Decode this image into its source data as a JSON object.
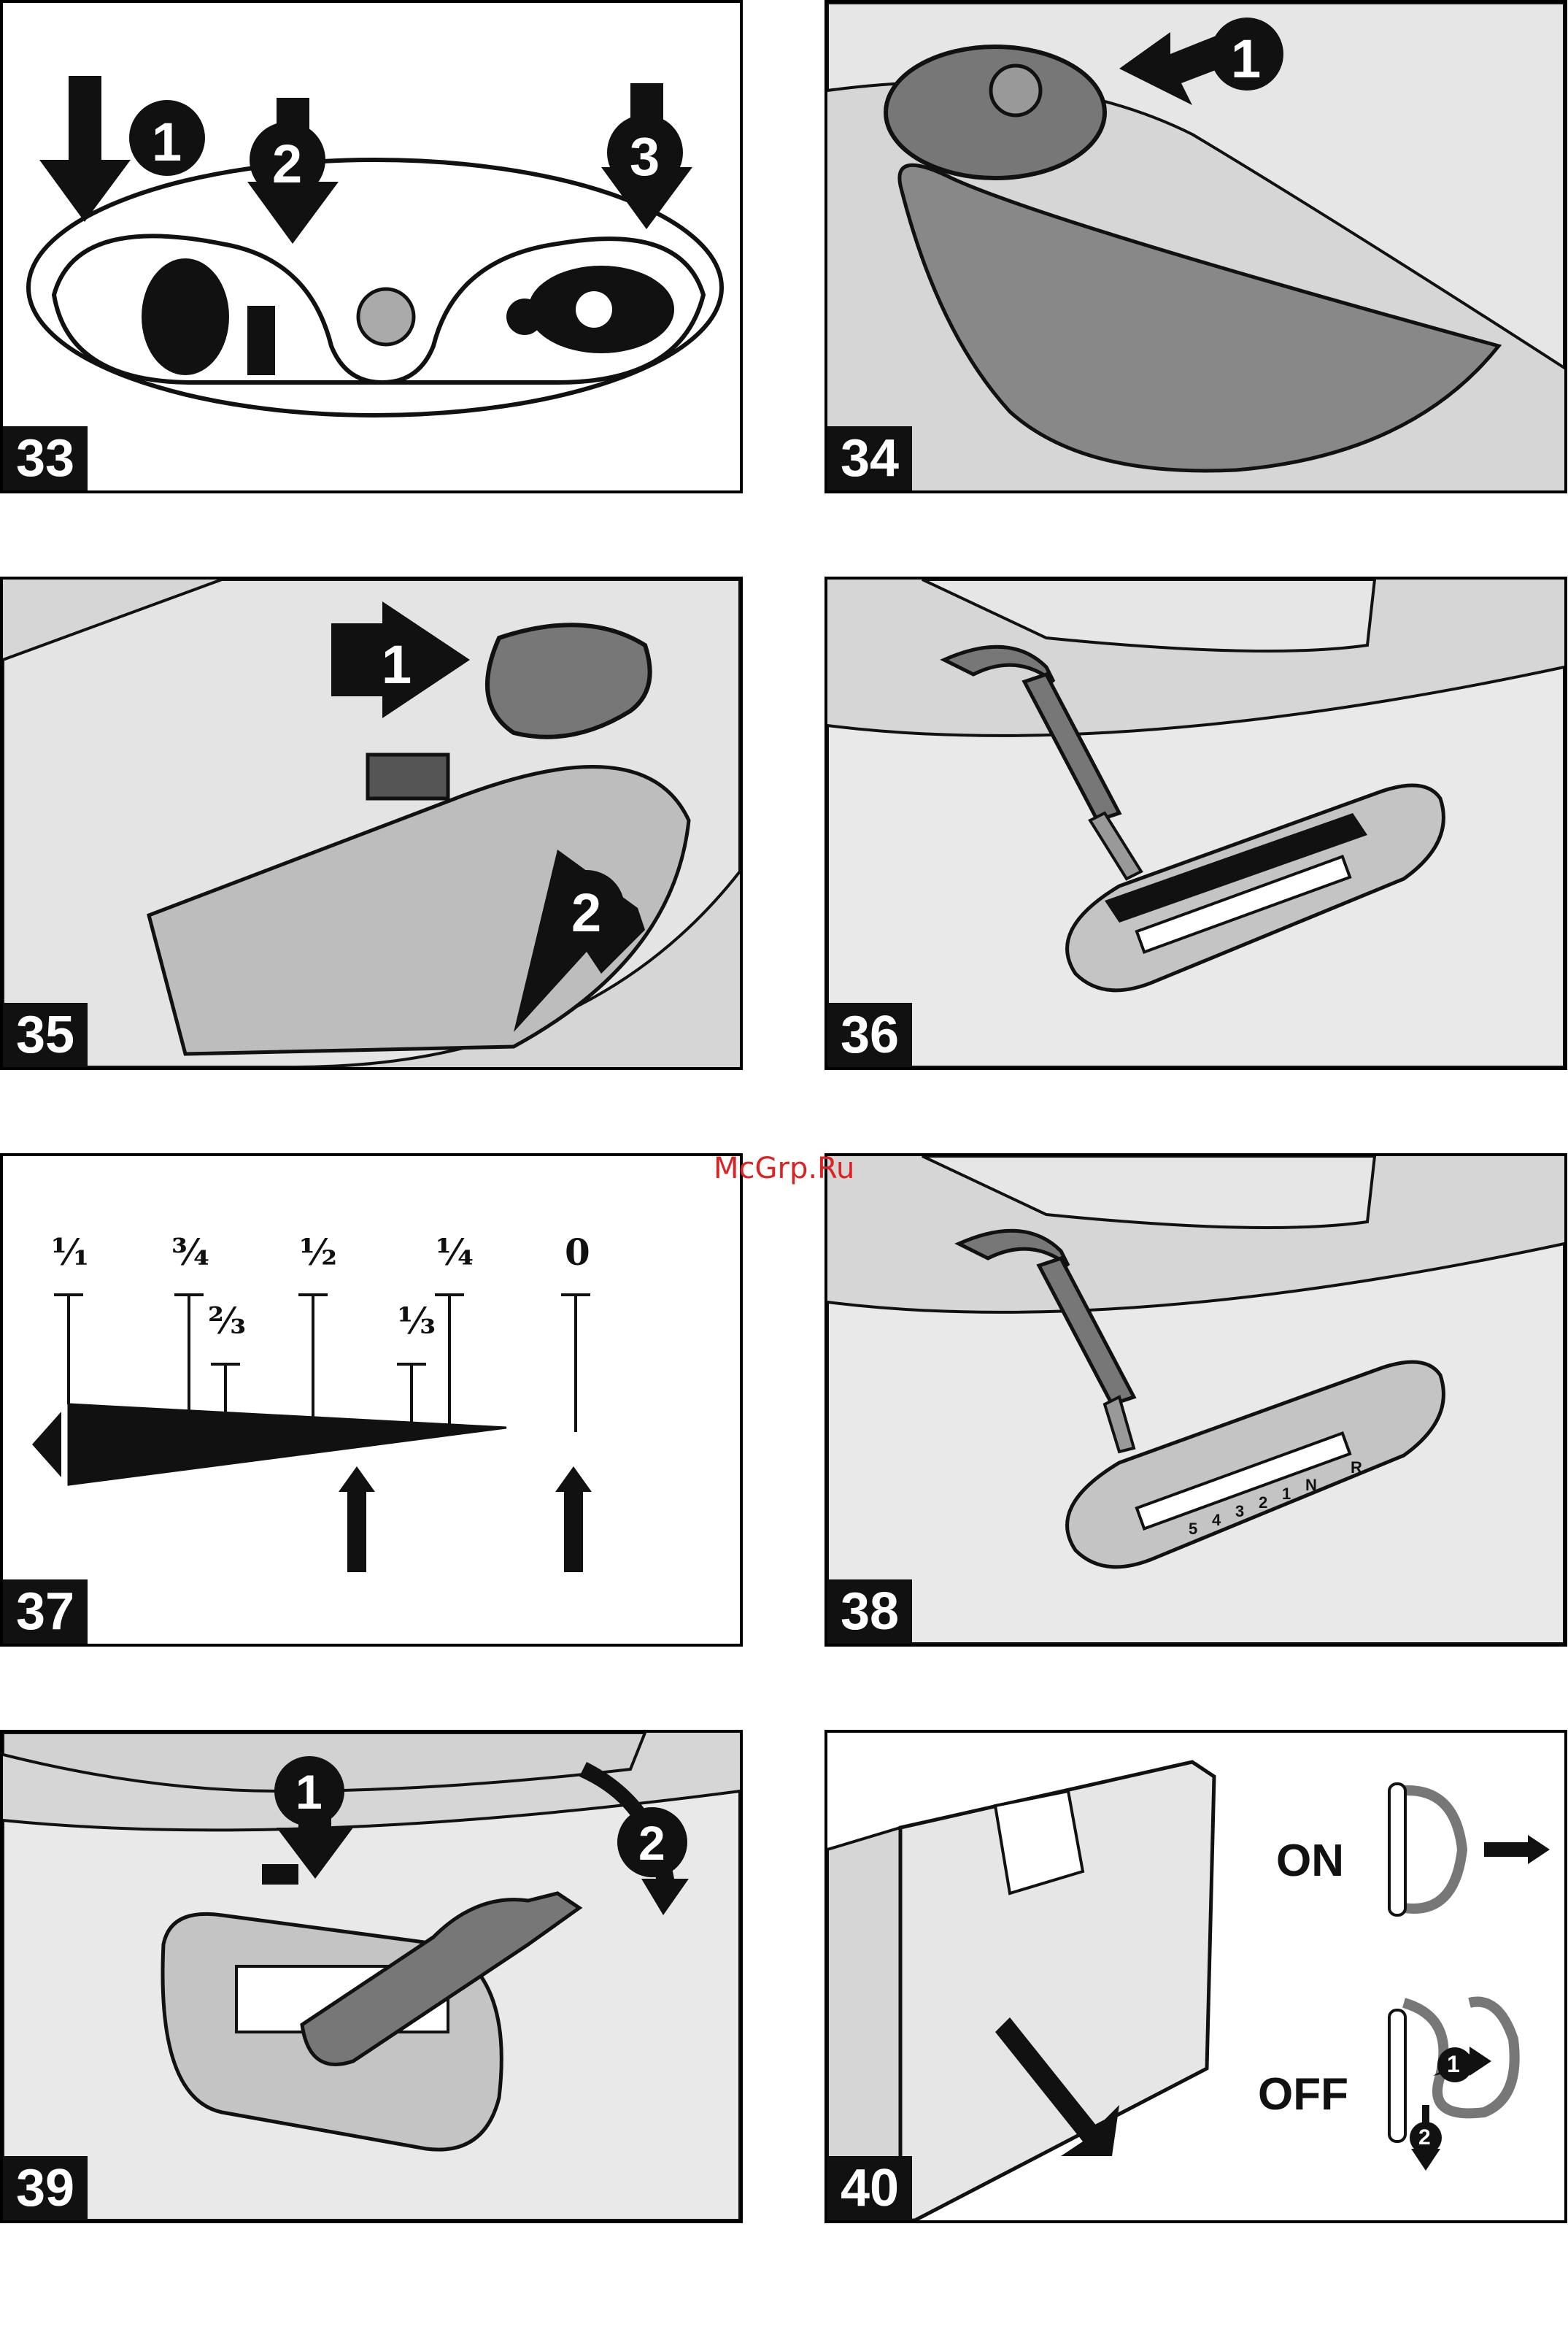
{
  "watermark": "McGrp.Ru",
  "panels": [
    {
      "number": "33",
      "callouts": [
        "1",
        "2",
        "3"
      ]
    },
    {
      "number": "34",
      "callouts": [
        "1"
      ]
    },
    {
      "number": "35",
      "callouts": [
        "1",
        "2"
      ]
    },
    {
      "number": "36",
      "callouts": []
    },
    {
      "number": "37",
      "callouts": []
    },
    {
      "number": "38",
      "callouts": []
    },
    {
      "number": "39",
      "callouts": [
        "1",
        "2"
      ]
    },
    {
      "number": "40",
      "callouts": [
        "1",
        "2"
      ]
    }
  ],
  "panel37": {
    "scale_labels": [
      "1/1",
      "3/4",
      "2/3",
      "1/2",
      "1/3",
      "1/4",
      "0"
    ],
    "scale_display": [
      "¹⁄₁",
      "³⁄₄",
      "²⁄₃",
      "½",
      "⅓",
      "¼",
      "0"
    ]
  },
  "panel38": {
    "gear_marks": [
      "5",
      "4",
      "3",
      "2",
      "1",
      "N",
      "R"
    ]
  },
  "panel40": {
    "on_label": "ON",
    "off_label": "OFF"
  },
  "colors": {
    "ink": "#111111",
    "surface": "#d6d6d6",
    "surface_dark": "#8c8c8c",
    "watermark": "#dd2222"
  }
}
